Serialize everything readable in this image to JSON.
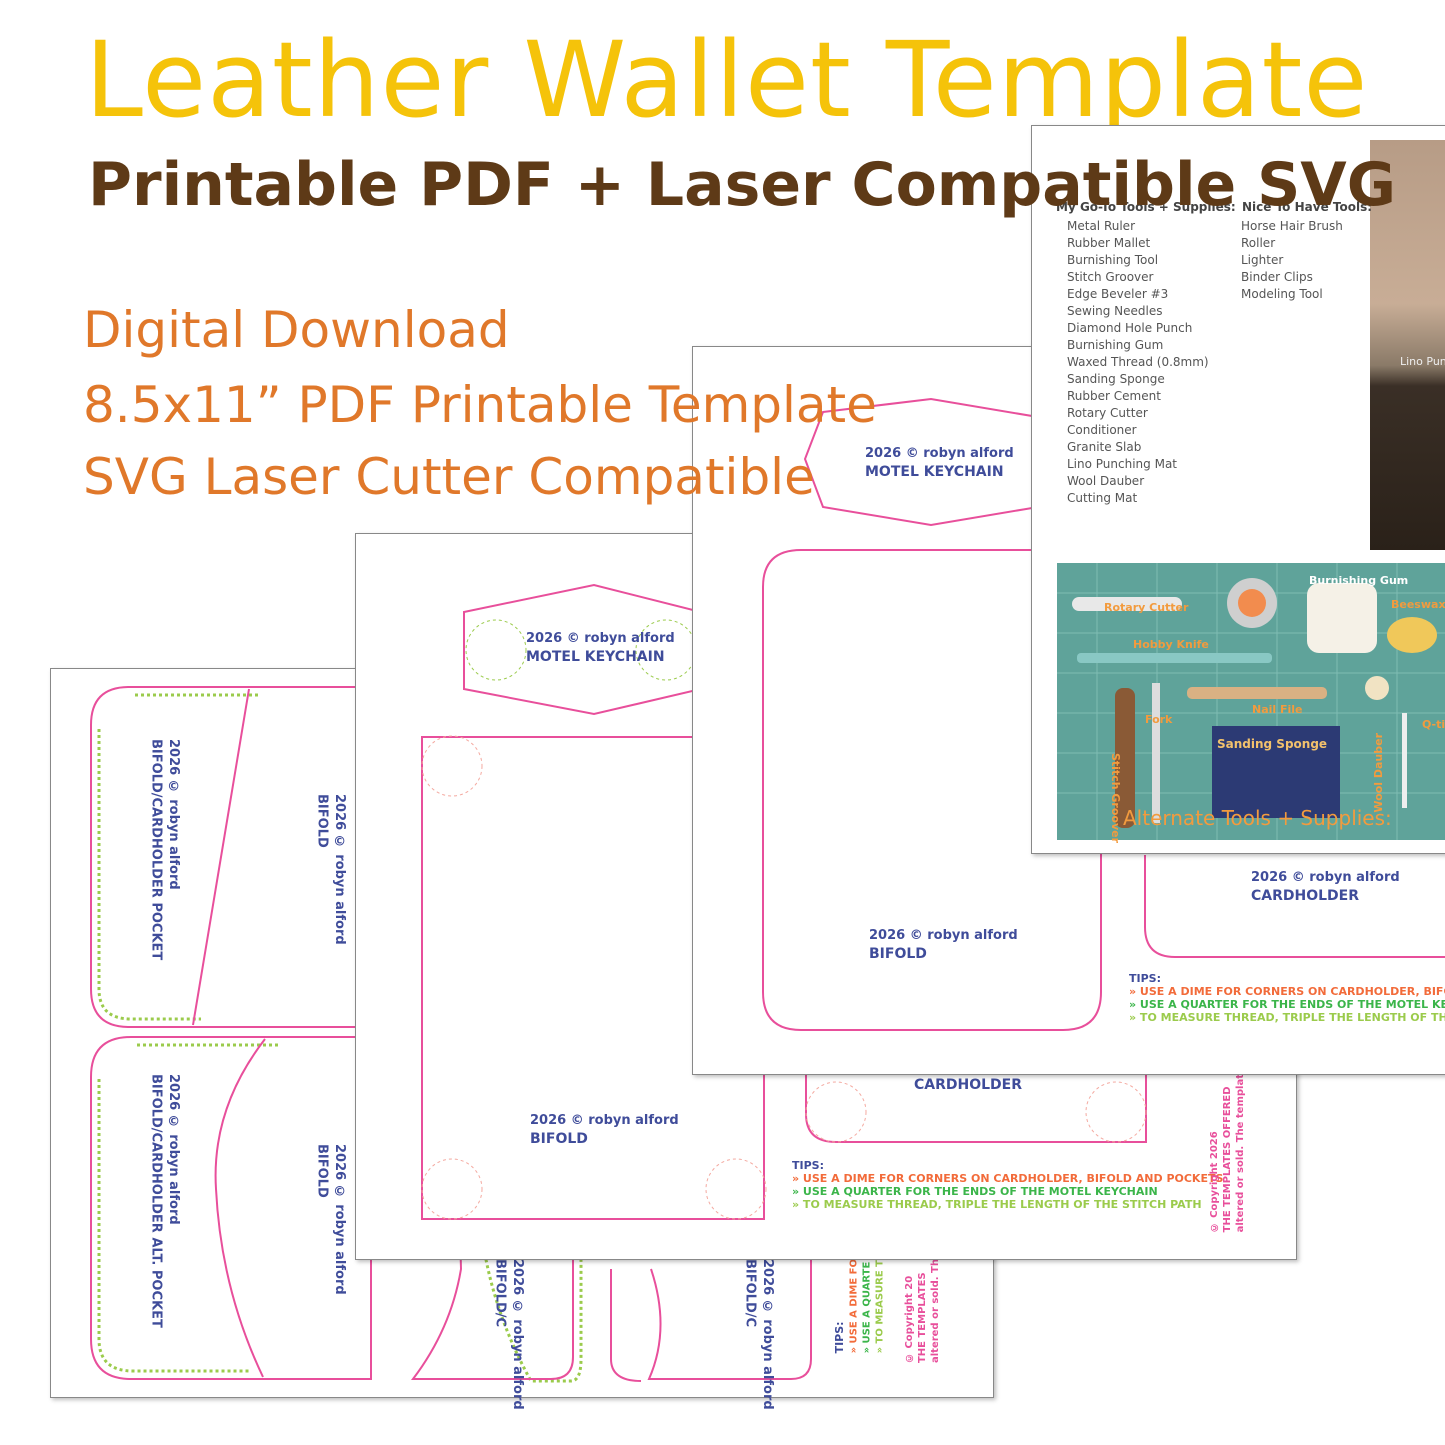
{
  "header": {
    "title": "Leather Wallet Template",
    "subtitle": "Printable PDF + Laser Compatible SVG",
    "features": [
      "Digital Download",
      "8.5x11” PDF Printable Template",
      "SVG Laser Cutter Compatible"
    ]
  },
  "colors": {
    "title": "#f5c30a",
    "subtitle": "#5e3a17",
    "features": "#e0782a",
    "cut_line": "#e84f9b",
    "stitch_line": "#9bcb4c",
    "label": "#3f4c9a",
    "tip_dime": "#f26b3a",
    "tip_quarter": "#3bb54a",
    "tip_thread": "#9bcb4c"
  },
  "page1": {
    "pocket_label": [
      "2026 © robyn alford",
      "BIFOLD/CARDHOLDER POCKET"
    ],
    "bifold_label": [
      "2026 © robyn alford",
      "BIFOLD"
    ],
    "alt_pocket_label": [
      "2026 © robyn alford",
      "BIFOLD/CARDHOLDER ALT. POCKET"
    ],
    "bifold_label_2": [
      "2026 © robyn alford",
      "BIFOLD"
    ],
    "bottom_label_a": [
      "2026 © robyn alford",
      "BIFOLD/C"
    ],
    "bottom_label_b": [
      "2026 © robyn alford",
      "BIFOLD/C"
    ],
    "tips_header": "TIPS:",
    "tips": [
      "» USE A DIME FO",
      "» USE A QUARTE",
      "» TO MEASURE T"
    ],
    "copyright": [
      "© Copyright 20",
      "THE TEMPLATES",
      "altered or sold. Th"
    ]
  },
  "page2": {
    "keychain_label": [
      "2026 © robyn alford",
      "MOTEL KEYCHAIN"
    ],
    "bifold_label": [
      "2026 © robyn alford",
      "BIFOLD"
    ],
    "cardholder_label": "CARDHOLDER",
    "tips_header": "TIPS:",
    "tips": [
      "» USE A DIME FOR CORNERS ON CARDHOLDER, BIFOLD AND POCKETS",
      "» USE A QUARTER FOR THE ENDS OF THE MOTEL KEYCHAIN",
      "» TO MEASURE THREAD, TRIPLE THE LENGTH OF THE STITCH PATH"
    ],
    "copyright": [
      "© Copyright 2026",
      "THE TEMPLATES OFFERED",
      "altered or sold. The templat"
    ]
  },
  "page3": {
    "keychain_label": [
      "2026 © robyn alford",
      "MOTEL KEYCHAIN"
    ],
    "bifold_label": [
      "2026 © robyn alford",
      "BIFOLD"
    ],
    "cardholder_label": [
      "2026 © robyn alford",
      "CARDHOLDER"
    ],
    "tips_header": "TIPS:",
    "tips": [
      "» USE A DIME FOR CORNERS ON CARDHOLDER, BIFOLD",
      "» USE A QUARTER FOR THE ENDS OF THE MOTEL KEYCHA",
      "» TO MEASURE THREAD, TRIPLE THE LENGTH OF THE STITC"
    ]
  },
  "page4": {
    "header_left": "My Go-To Tools + Supplies:",
    "header_right": "Nice To Have Tools:",
    "tools_left": [
      "Metal Ruler",
      "Rubber Mallet",
      "Burnishing Tool",
      "Stitch Groover",
      "Edge Beveler #3",
      "Sewing Needles",
      "Diamond Hole Punch",
      "Burnishing Gum",
      "Waxed Thread (0.8mm)",
      "Sanding Sponge",
      "Rubber Cement",
      "Rotary Cutter",
      "Conditioner",
      "Granite Slab",
      "Lino Punching Mat",
      "Wool Dauber",
      "Cutting Mat"
    ],
    "tools_right": [
      "Horse Hair Brush",
      "Roller",
      "Lighter",
      "Binder Clips",
      "Modeling Tool"
    ],
    "photo_top_label": "Lino Pun",
    "photo_labels": {
      "burnishing_gum": "Burnishing Gum",
      "rotary_cutter": "Rotary Cutter",
      "beeswax": "Beeswax",
      "hobby_knife": "Hobby Knife",
      "nail_file": "Nail File",
      "fork": "Fork",
      "q_tip": "Q-tip",
      "sanding_sponge": "Sanding Sponge",
      "stitch_groover": "Stitch Groover",
      "wool_dauber": "Wool Dauber",
      "caption": "Alternate Tools + Supplies:"
    }
  }
}
